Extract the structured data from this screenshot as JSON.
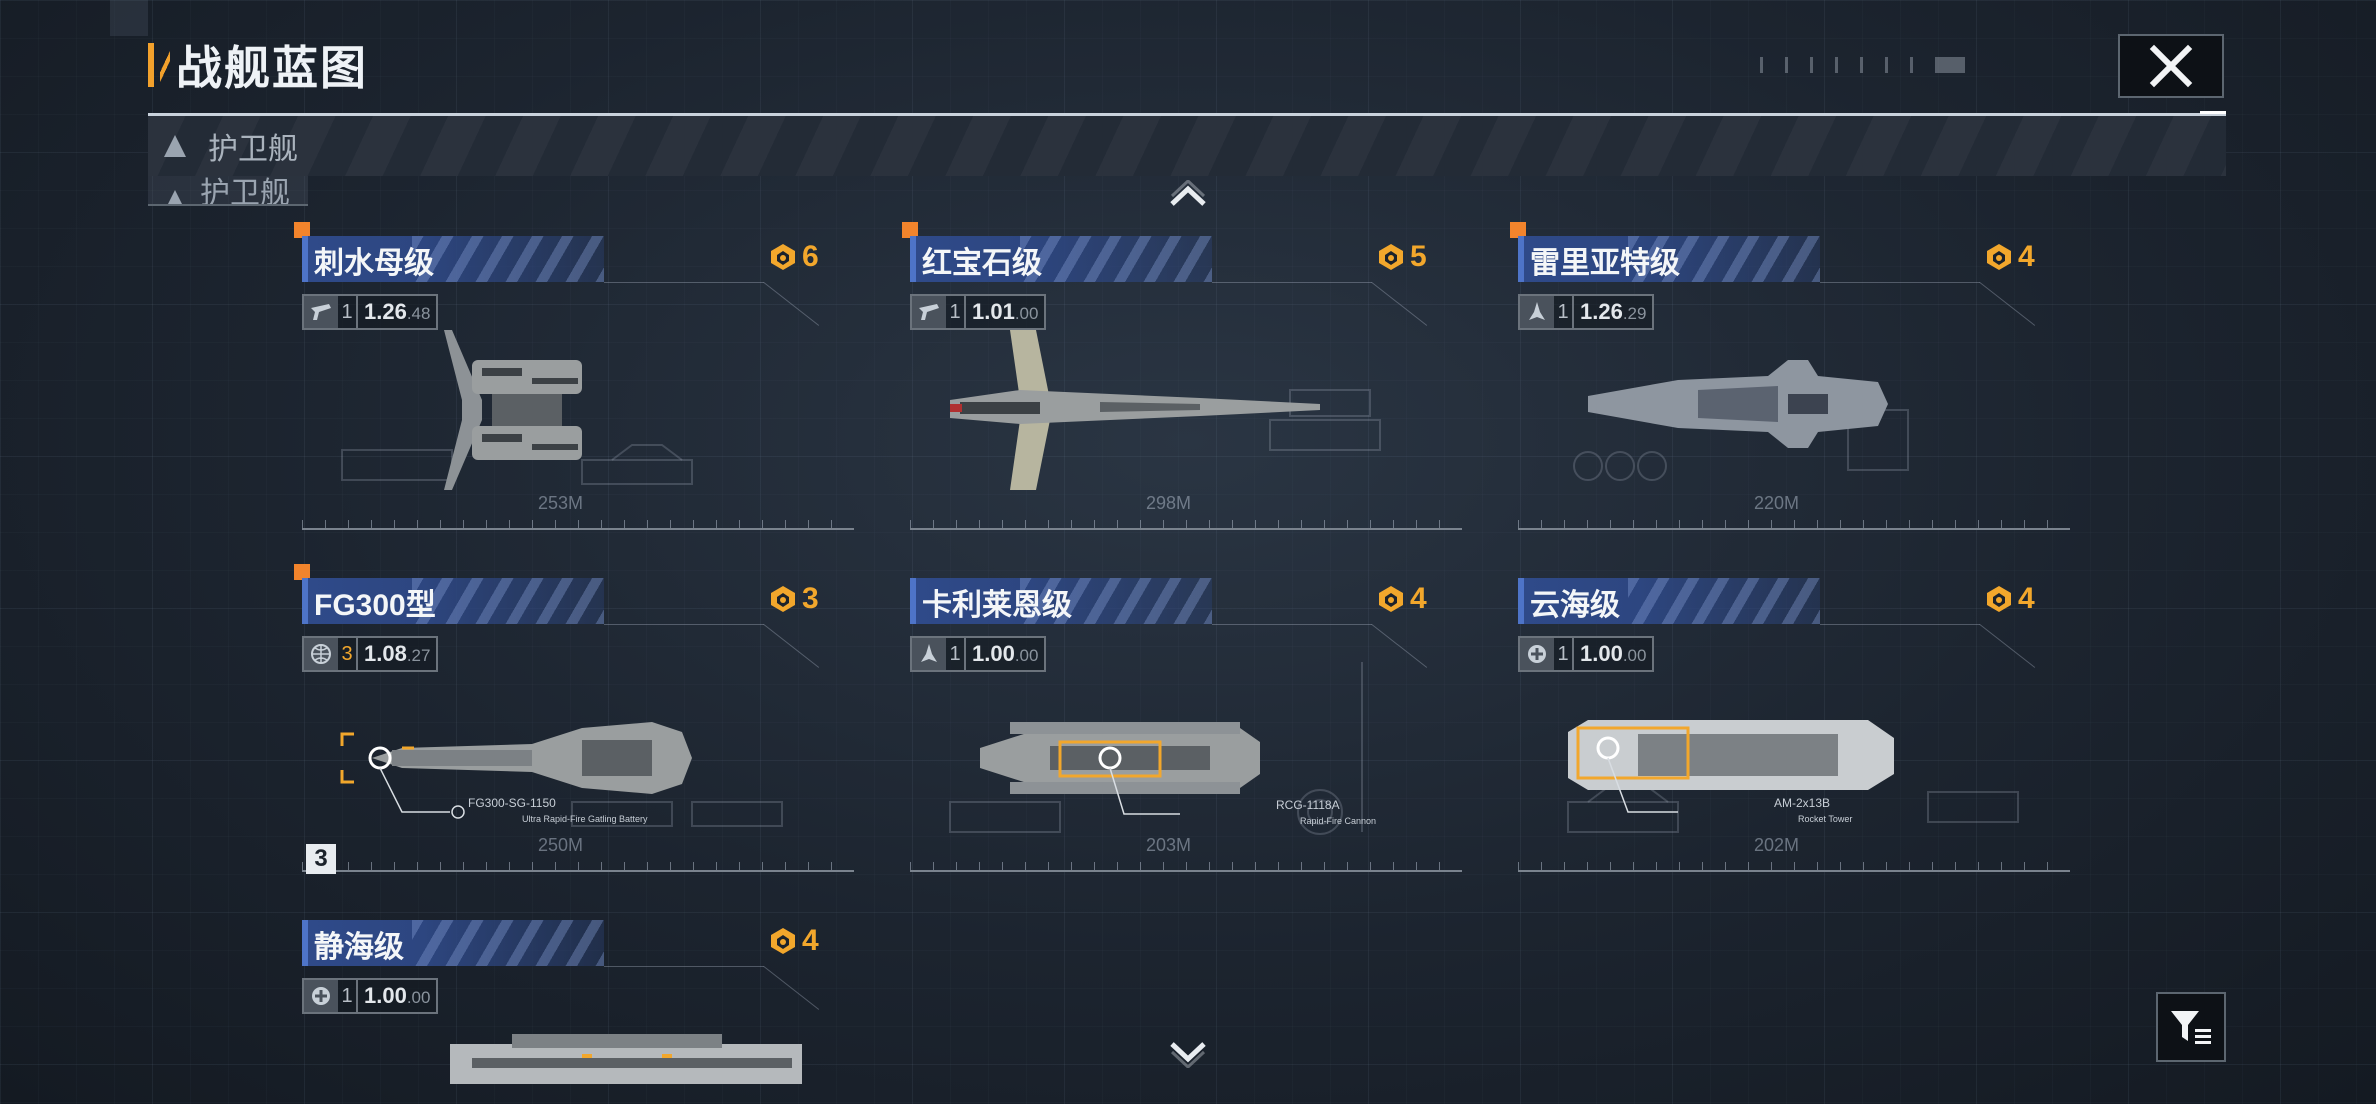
{
  "header": {
    "title": "战舰蓝图"
  },
  "category": {
    "label": "护卫舰",
    "ghost_label": "护卫舰"
  },
  "colors": {
    "accent": "#f2a12c",
    "name_bar": "#2f4a8a",
    "cost": "#f2a72c",
    "marker": "#f2842c"
  },
  "ships": [
    {
      "name": "刺水母级",
      "cost": "6",
      "role_icon": "frigate-icon",
      "level": "1",
      "value": "1.26",
      "sub": ".48",
      "length": "253M",
      "new": true
    },
    {
      "name": "红宝石级",
      "cost": "5",
      "role_icon": "frigate-icon",
      "level": "1",
      "value": "1.01",
      "sub": ".00",
      "length": "298M",
      "new": true
    },
    {
      "name": "雷里亚特级",
      "cost": "4",
      "role_icon": "fighter-icon",
      "level": "1",
      "value": "1.26",
      "sub": ".29",
      "length": "220M",
      "new": true
    },
    {
      "name": "FG300型",
      "cost": "3",
      "role_icon": "globe-icon",
      "level": "3",
      "value": "1.08",
      "sub": ".27",
      "length": "250M",
      "new": true,
      "weapon": "FG300-SG-1150",
      "weapon_sub": "Ultra Rapid-Fire Gatling Battery",
      "count_badge": "3"
    },
    {
      "name": "卡利莱恩级",
      "cost": "4",
      "role_icon": "fighter-icon",
      "level": "1",
      "value": "1.00",
      "sub": ".00",
      "length": "203M",
      "new": false,
      "weapon": "RCG-1118A",
      "weapon_sub": "Rapid-Fire Cannon"
    },
    {
      "name": "云海级",
      "cost": "4",
      "role_icon": "support-icon",
      "level": "1",
      "value": "1.00",
      "sub": ".00",
      "length": "202M",
      "new": false,
      "weapon": "AM-2x13B",
      "weapon_sub": "Rocket Tower"
    },
    {
      "name": "静海级",
      "cost": "4",
      "role_icon": "support-icon",
      "level": "1",
      "value": "1.00",
      "sub": ".00",
      "length": "",
      "new": false
    }
  ]
}
